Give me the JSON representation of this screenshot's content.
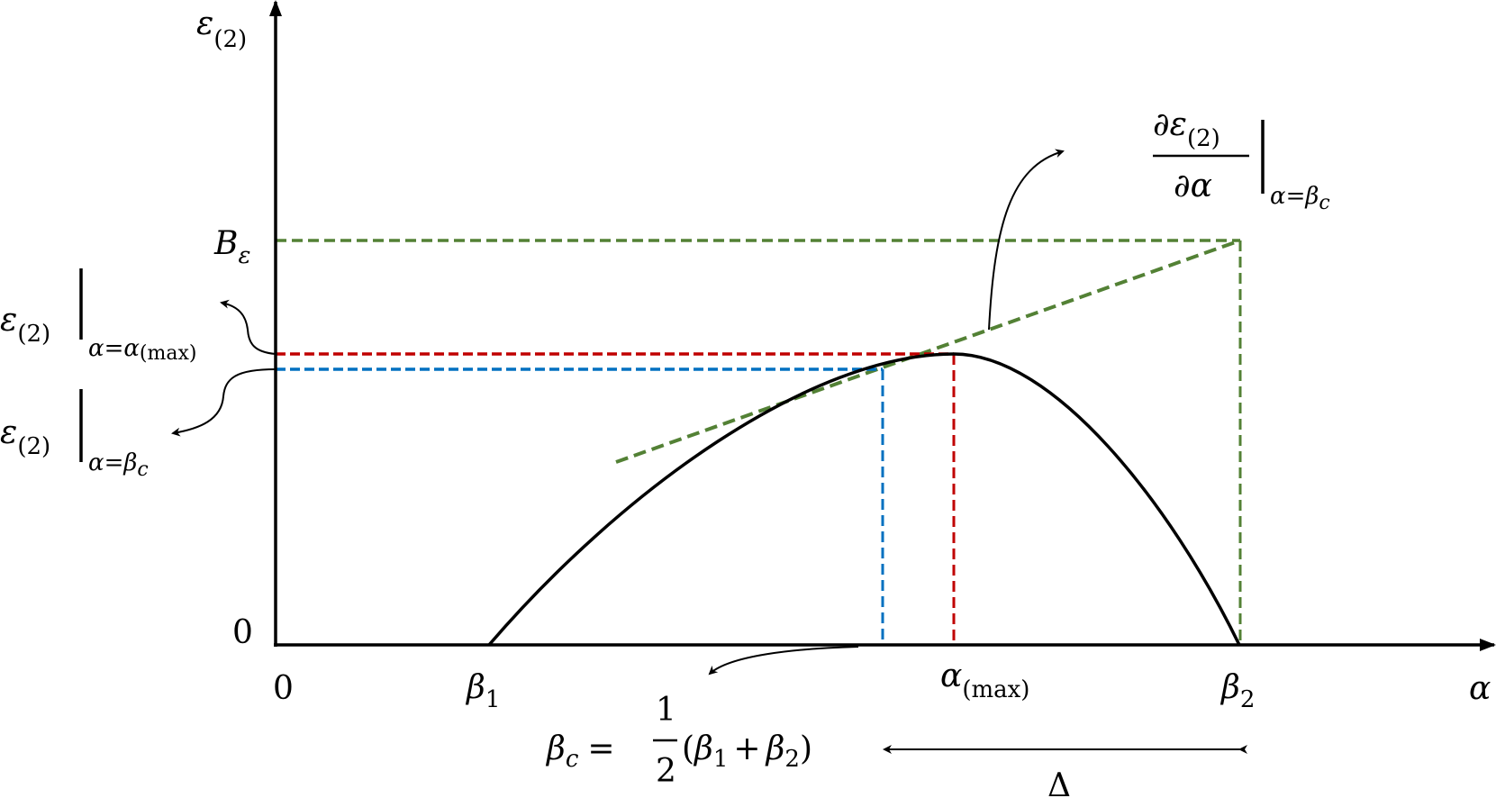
{
  "colors": {
    "curve": "#000000",
    "tangent_and_bound": "#538135",
    "max_marker": "#c00000",
    "center_marker": "#0070c0"
  },
  "axes": {
    "y_label_symbol": "ε",
    "y_label_sub": "(2)",
    "x_label": "α",
    "y_origin": "0",
    "x_origin": "0"
  },
  "x_ticks": {
    "beta1": {
      "sym": "β",
      "sub": "1"
    },
    "alpha_max": {
      "sym": "α",
      "sub": "(max)"
    },
    "beta2": {
      "sym": "β",
      "sub": "2"
    }
  },
  "y_ticks": {
    "bound": {
      "sym": "B",
      "sub": "ε"
    }
  },
  "annotations": {
    "eps_at_alpha_max": {
      "sym": "ε",
      "sub": "(2)",
      "eval_a": "α",
      "eq": "=",
      "eval_b": "α",
      "eval_b_sub": "(max)"
    },
    "eps_at_beta_c": {
      "sym": "ε",
      "sub": "(2)",
      "eval_a": "α",
      "eq": "=",
      "eval_b": "β",
      "eval_b_sub": "c"
    },
    "derivative": {
      "num_d": "∂",
      "num_sym": "ε",
      "num_sub": "(2)",
      "den": "∂α",
      "eval_a": "α",
      "eq": "=",
      "eval_b": "β",
      "eval_b_sub": "c"
    },
    "beta_c_formula": {
      "lhs": "β",
      "lhs_sub": "c",
      "eq": "=",
      "frac_num": "1",
      "frac_den": "2",
      "paren_open": "(",
      "b1": "β",
      "b1_sub": "1",
      "plus": "+",
      "b2": "β",
      "b2_sub": "2",
      "paren_close": ")"
    },
    "delta": "Δ"
  }
}
